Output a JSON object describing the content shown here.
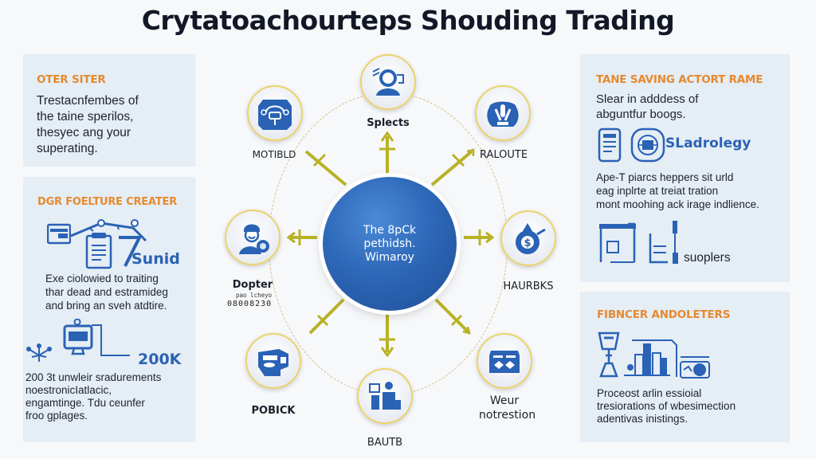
{
  "title": "Crytatoachourteps Shouding Trading",
  "colors": {
    "background": "#f7f8fa",
    "panel": "#e5edf5",
    "heading_orange": "#e58a2e",
    "icon_blue": "#2a62b5",
    "hub_blue": "#2e68b8",
    "node_border": "#ecd36a",
    "arrow_olive": "#b8b226"
  },
  "left_panels": [
    {
      "heading": "OTER SITER",
      "text": [
        "Trestacnfembes of",
        "the taine sperilos,",
        "thesyec ang your",
        "superating."
      ]
    },
    {
      "heading": "DGR FOELTURE CREATER",
      "icon_label": "Sunid",
      "icons": [
        "wallet-icon",
        "document-icon",
        "pipeline-icon"
      ],
      "text": [
        "Exe ciolowied to traiting",
        "thar dead and estramideg",
        "and bring an sveh atdtire."
      ],
      "stat": {
        "value": "200K",
        "icons": [
          "network-icon",
          "monitor-icon"
        ],
        "text": [
          "200 3t unwleir sradurements",
          "noestronicIatlacic,",
          "engamtinge. Tdu ceunfer",
          "froo gplages."
        ]
      }
    }
  ],
  "right_panels": [
    {
      "heading": "TANE SAVING ACTORT RAME",
      "text": [
        "Slear in adddess of",
        "abguntfur boogs."
      ],
      "icon_label": "SLadrolegy",
      "icons": [
        "checklist-icon",
        "globe-icon"
      ],
      "text2": [
        "Ape-T piarcs heppers sit urld",
        "eag inplrte at treiat tration",
        "mont moohing ack irage indlience."
      ],
      "icon_label2": "suoplers",
      "icons2": [
        "factory-icon"
      ]
    },
    {
      "heading": "FIBNCER ANDOLETERS",
      "icons": [
        "trophy-icon",
        "buildings-icon",
        "chart-icon"
      ],
      "text": [
        "Proceost arlin essioial",
        "tresiorations of wbesimection",
        "adentivas inistings."
      ]
    }
  ],
  "diagram": {
    "hub": [
      "The 8pCk",
      "pethidsh.",
      "Wimaroy"
    ],
    "nodes": [
      {
        "label": "Splects",
        "icon": "user-reading-icon"
      },
      {
        "label": "RALOUTE",
        "icon": "robot-icon"
      },
      {
        "label": "HAURBKS",
        "icon": "money-bag-icon"
      },
      {
        "label": "Weur notrestion",
        "icon": "exchange-icon"
      },
      {
        "label": "BAUTB",
        "icon": "office-icon"
      },
      {
        "label": "POBICK",
        "icon": "printer-icon"
      },
      {
        "label": "Dopter",
        "icon": "person-icon",
        "sub_labels": [
          "pao lcheyo",
          "08008230"
        ]
      },
      {
        "label": "MOTIBLD",
        "icon": "hardware-icon"
      }
    ]
  }
}
